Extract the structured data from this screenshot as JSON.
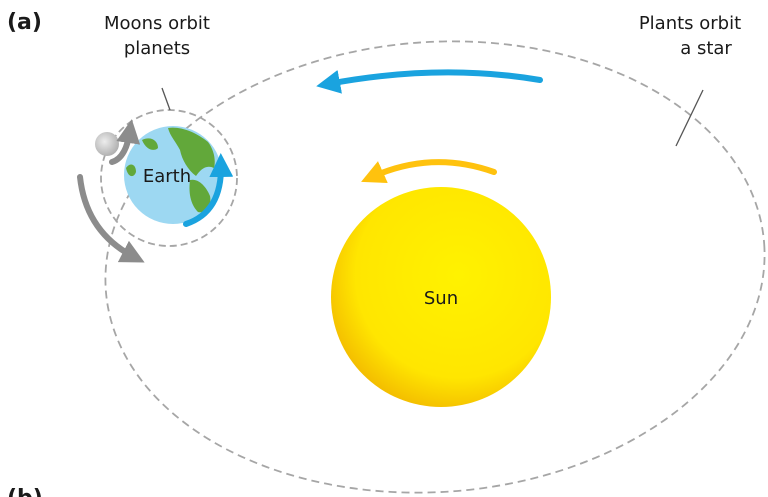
{
  "panel_label": "(a)",
  "panel_label_next": "(b)",
  "captions": {
    "moons_line1": "Moons orbit",
    "moons_line2": "planets",
    "planets_line1": "Plants orbit",
    "planets_line2": "a star"
  },
  "bodies": {
    "earth": "Earth",
    "sun": "Sun"
  },
  "colors": {
    "sun": "#ffe600",
    "sun_shadow": "#f2b800",
    "earth_ocean": "#9dd8f2",
    "earth_land": "#62a83a",
    "moon": "#cfcfcf",
    "blue_arrow": "#1aa3df",
    "yellow_arrow": "#ffc20e",
    "gray_arrow": "#8c8c8c",
    "orbit_line": "#a6a6a6"
  }
}
